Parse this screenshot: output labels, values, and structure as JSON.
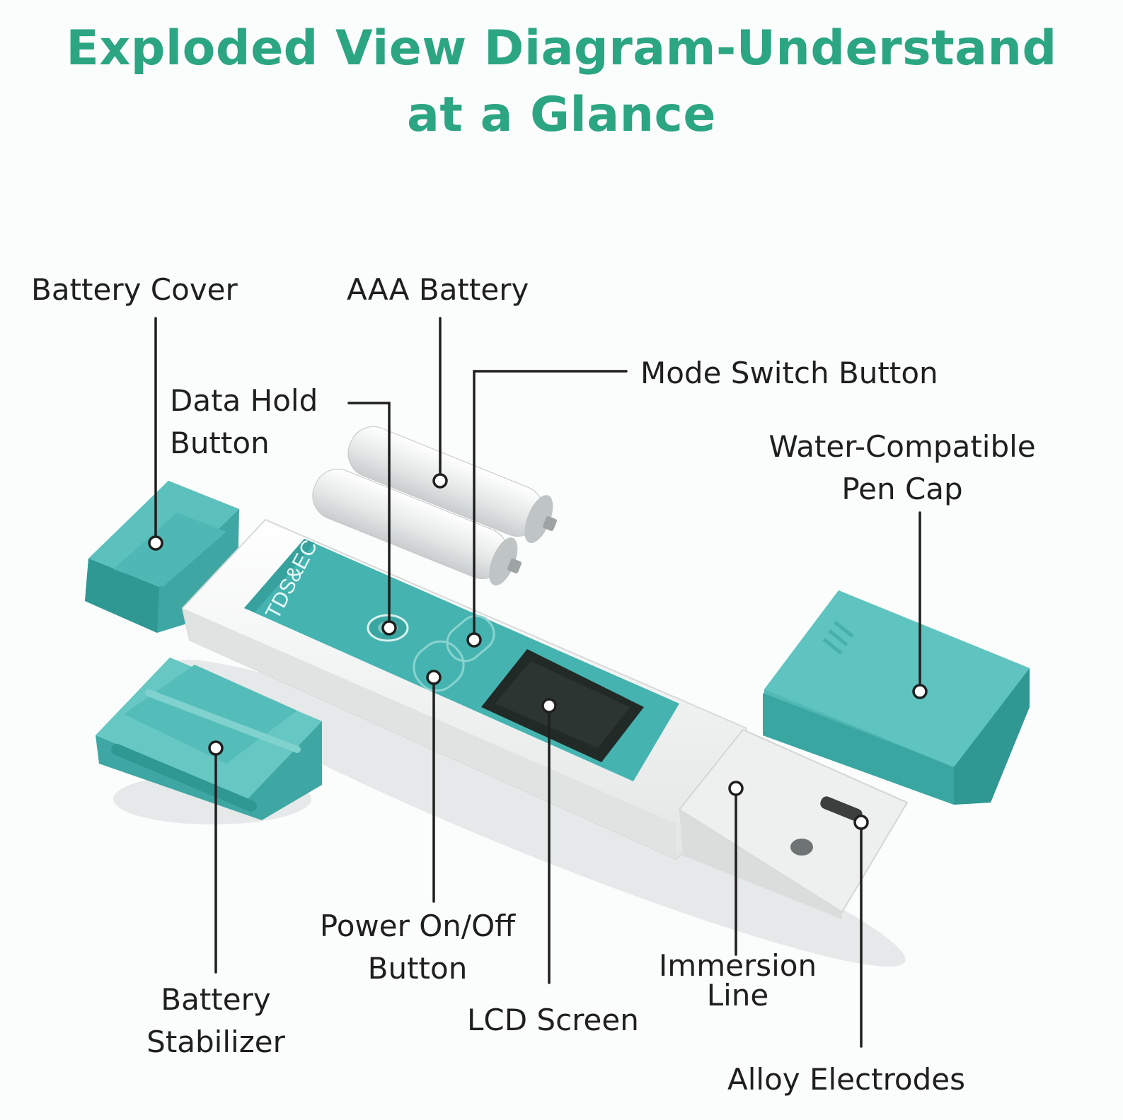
{
  "title": {
    "line1": "Exploded View Diagram-Understand",
    "line2": "at a Glance"
  },
  "device_text": "TDS&EC",
  "labels": {
    "battery_cover": "Battery Cover",
    "aaa_battery": "AAA Battery",
    "mode_switch_button": "Mode Switch Button",
    "data_hold_button": [
      "Data Hold",
      "Button"
    ],
    "pen_cap": [
      "Water-Compatible",
      "Pen Cap"
    ],
    "power_button": [
      "Power On/Off",
      "Button"
    ],
    "battery_stabilizer": [
      "Battery",
      "Stabilizer"
    ],
    "lcd_screen": "LCD Screen",
    "immersion_line": [
      "Immersion",
      "Line"
    ],
    "alloy_electrodes": "Alloy Electrodes"
  },
  "colors": {
    "title": "#2ba582",
    "teal": "#45b4b0",
    "teal_dark": "#2f9893",
    "body_white": "#f1f3f2",
    "lcd": "#222a27",
    "leader_line": "#1f1f1f"
  }
}
